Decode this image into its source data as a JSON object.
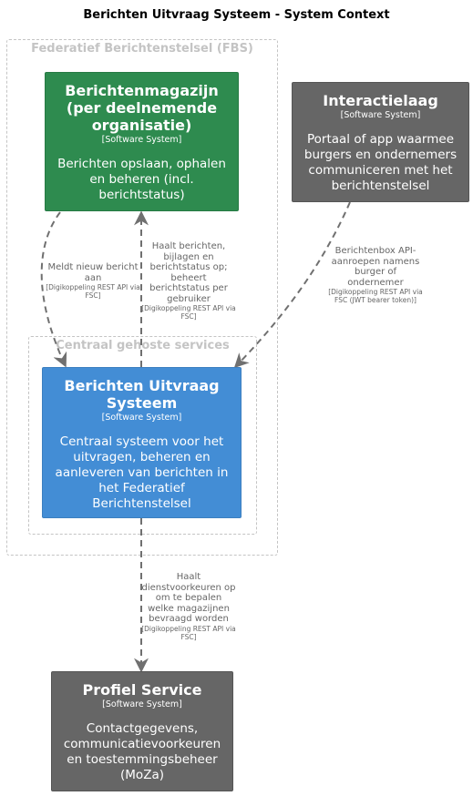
{
  "title": "Berichten Uitvraag Systeem - System Context",
  "boundaries": {
    "fbs": {
      "label": "Federatief Berichtenstelsel (FBS)"
    },
    "central": {
      "label": "Centraal gehoste services"
    }
  },
  "systems": {
    "magazijn": {
      "name": "Berichtenmagazijn (per deelnemende organisatie)",
      "stereotype": "[Software System]",
      "description": "Berichten opslaan, ophalen en beheren (incl. berichtstatus)",
      "color": "#2e8b4f"
    },
    "interactielaag": {
      "name": "Interactielaag",
      "stereotype": "[Software System]",
      "description": "Portaal of app waarmee burgers en ondernemers communiceren met het berichtenstelsel",
      "color": "#666666"
    },
    "bus": {
      "name": "Berichten Uitvraag Systeem",
      "stereotype": "[Software System]",
      "description": "Centraal systeem voor het uitvragen, beheren en aanleveren van berichten in het Federatief Berichtenstelsel",
      "color": "#438dd5"
    },
    "profiel": {
      "name": "Profiel Service",
      "stereotype": "[Software System]",
      "description": "Contactgegevens, communicatievoorkeuren en toestemmingsbeheer (MoZa)",
      "color": "#666666"
    }
  },
  "relations": {
    "meldt": {
      "label": "Meldt nieuw bericht aan",
      "tech": "[Digikoppeling REST API via FSC]"
    },
    "haalt": {
      "label": "Haalt berichten, bijlagen en berichtstatus op; beheert berichtstatus per gebruiker",
      "tech": "[Digikoppeling REST API via FSC]"
    },
    "inbox": {
      "label": "Berichtenbox API-aanroepen namens burger of ondernemer",
      "tech": "[Digikoppeling REST API via FSC (JWT bearer token)]"
    },
    "dienst": {
      "label": "Haalt dienstvoorkeuren op om te bepalen welke magazijnen bevraagd worden",
      "tech": "[Digikoppeling REST API via FSC]"
    }
  }
}
